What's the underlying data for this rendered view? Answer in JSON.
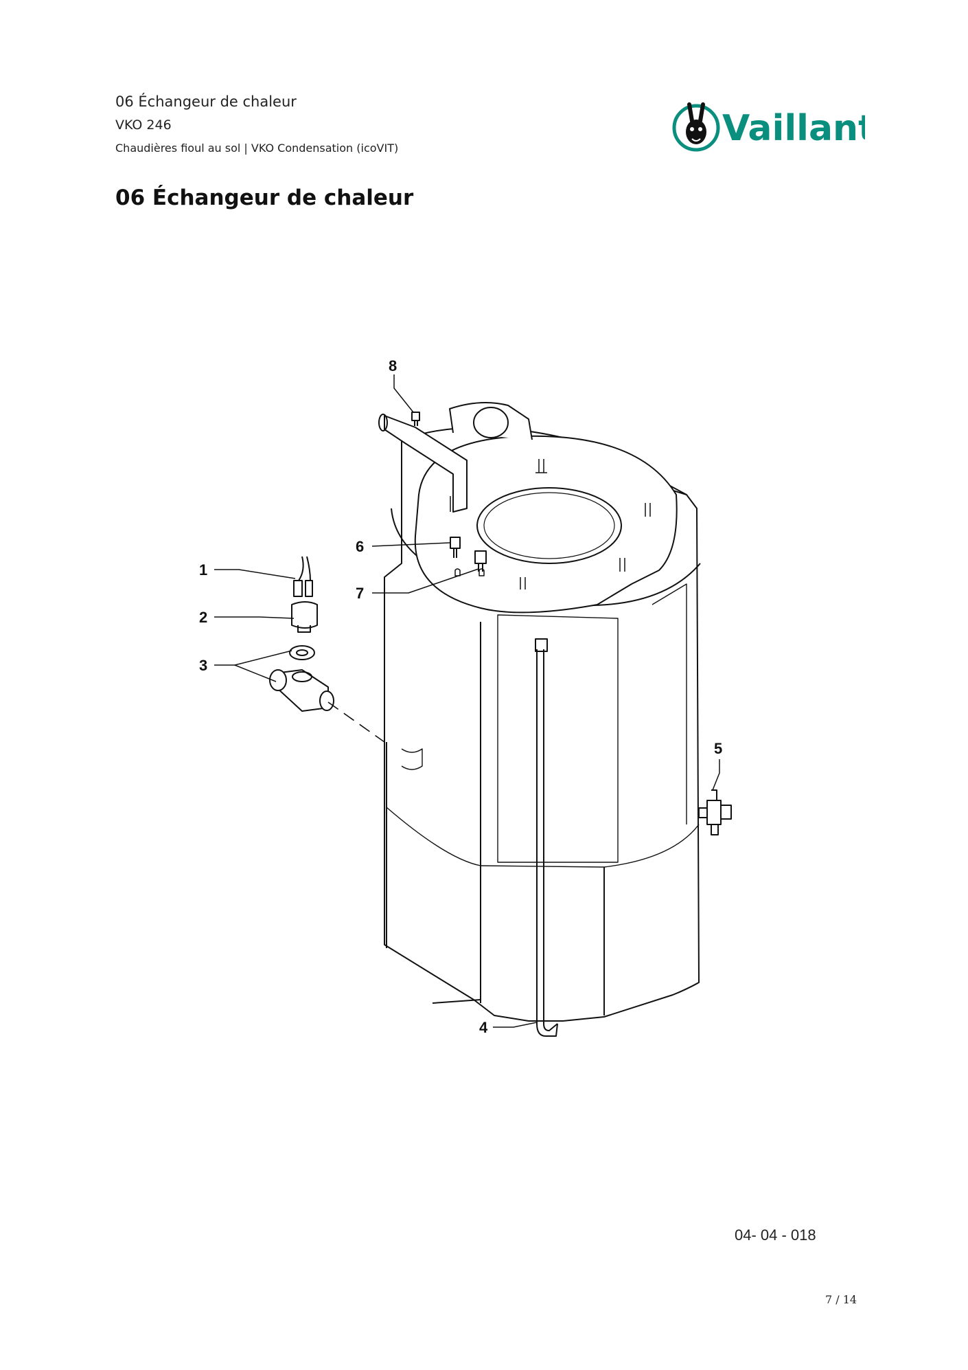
{
  "header": {
    "section": "06 Échangeur de chaleur",
    "model": "VKO 246",
    "category": "Chaudières fioul au sol | VKO Condensation (icoVIT)"
  },
  "brand": {
    "name": "Vaillant",
    "color": "#0a8f7f",
    "icon": "hare-logo-icon"
  },
  "page_title": "06 Échangeur de chaleur",
  "diagram": {
    "callouts": [
      "1",
      "2",
      "3",
      "4",
      "5",
      "6",
      "7",
      "8"
    ]
  },
  "drawing_code": "04- 04 - 018",
  "page_number": "7 / 14"
}
